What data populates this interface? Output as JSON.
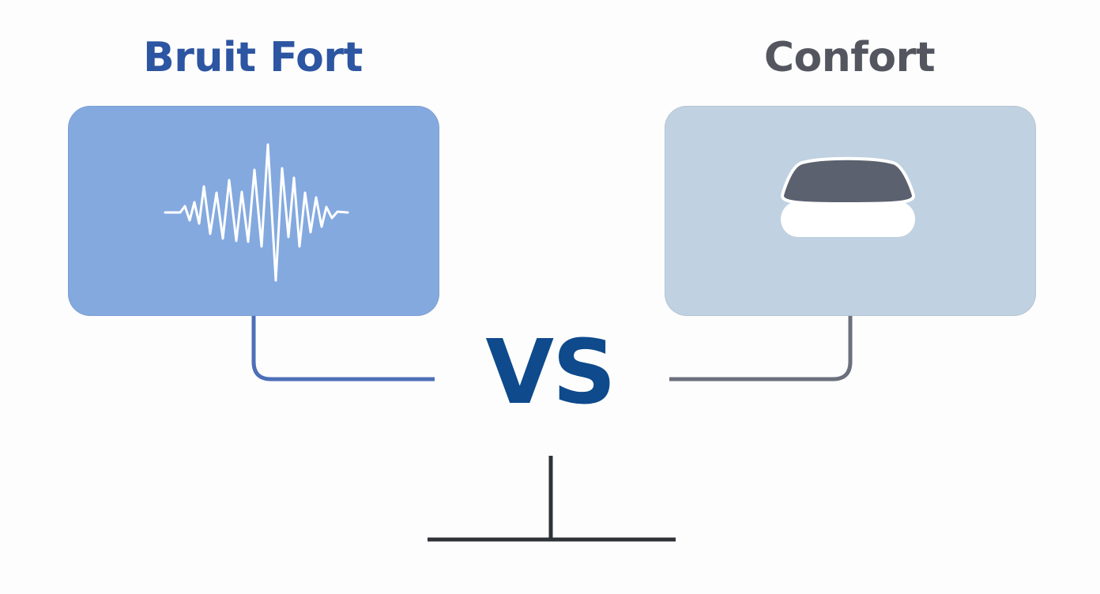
{
  "left": {
    "title": "Bruit Fort",
    "title_color": "#2c55a2",
    "panel_color": "#84a9df",
    "icon": "sound-wave-icon",
    "connector_color": "#4d6fb8"
  },
  "right": {
    "title": "Confort",
    "title_color": "#54565f",
    "panel_color": "#c0d1e1",
    "icon": "cushion-icon",
    "connector_color": "#6c707c"
  },
  "center": {
    "label": "VS",
    "label_color": "#0e4a8c",
    "balance_color": "#2f3338"
  }
}
